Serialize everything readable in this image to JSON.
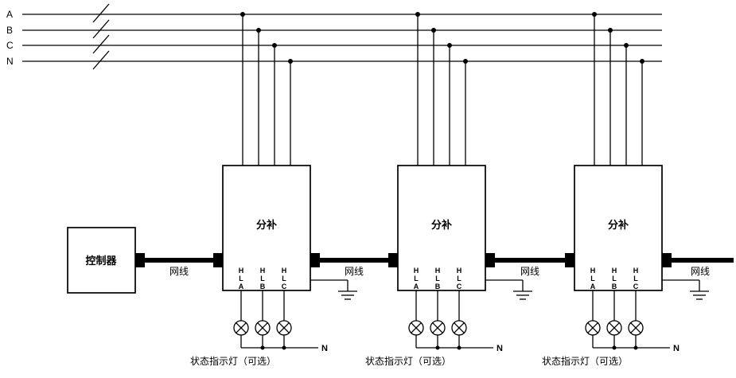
{
  "diagram": {
    "bus_labels": [
      "A",
      "B",
      "C",
      "N"
    ],
    "controller": {
      "label": "控制器"
    },
    "cable": {
      "label": "网线"
    },
    "units": [
      {
        "name": "分补",
        "terminals": [
          "HLA",
          "HLB",
          "HLC"
        ],
        "neutral_label": "N",
        "caption": "状态指示灯（可选）"
      },
      {
        "name": "分补",
        "terminals": [
          "HLA",
          "HLB",
          "HLC"
        ],
        "neutral_label": "N",
        "caption": "状态指示灯（可选）"
      },
      {
        "name": "分补",
        "terminals": [
          "HLA",
          "HLB",
          "HLC"
        ],
        "neutral_label": "N",
        "caption": "状态指示灯（可选）"
      }
    ],
    "colors": {
      "line": "#000000",
      "background": "#ffffff"
    }
  }
}
